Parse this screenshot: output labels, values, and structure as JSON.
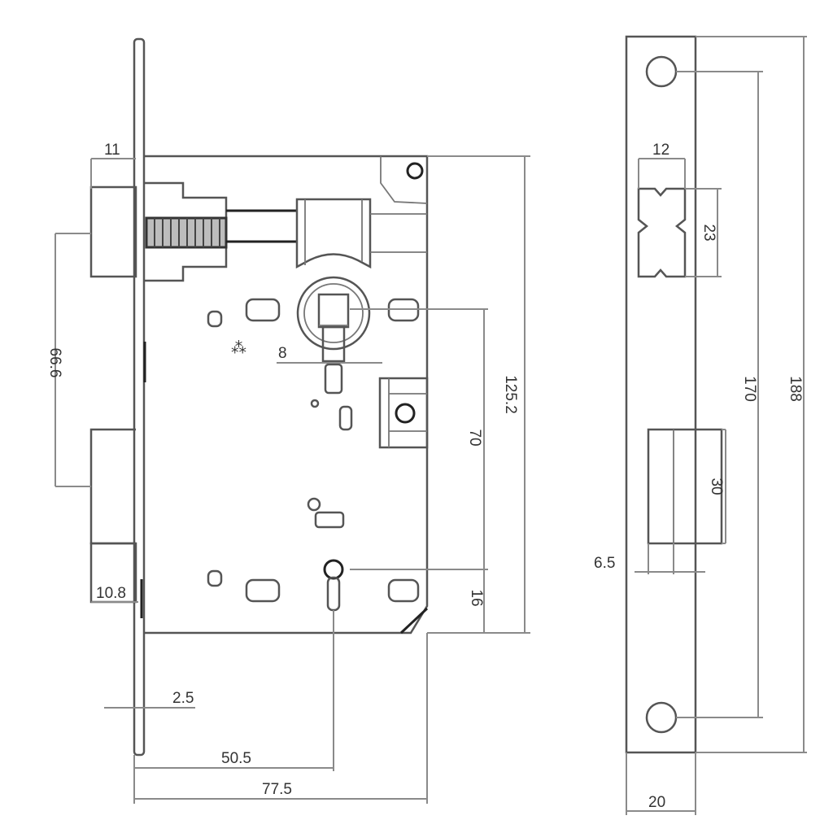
{
  "drawing": {
    "subject": "Mortise lock body and strike plate",
    "line_color": "#555555",
    "background": "#ffffff"
  },
  "front_view": {
    "dimensions": {
      "latch_projection": "11",
      "latch_to_bolt": "66.6",
      "spindle_size": "8",
      "spindle_to_keyhole": "70",
      "body_height": "125.2",
      "keyhole_to_bottom": "16",
      "deadbolt_projection": "10.8",
      "faceplate_thickness": "2.5",
      "backset": "50.5",
      "body_depth": "77.5"
    }
  },
  "strike_plate": {
    "dimensions": {
      "latch_opening_width": "12",
      "latch_opening_height": "23",
      "hole_spacing": "170",
      "plate_height": "188",
      "bolt_opening_height": "30",
      "bolt_offset": "6.5",
      "plate_width": "20"
    }
  }
}
